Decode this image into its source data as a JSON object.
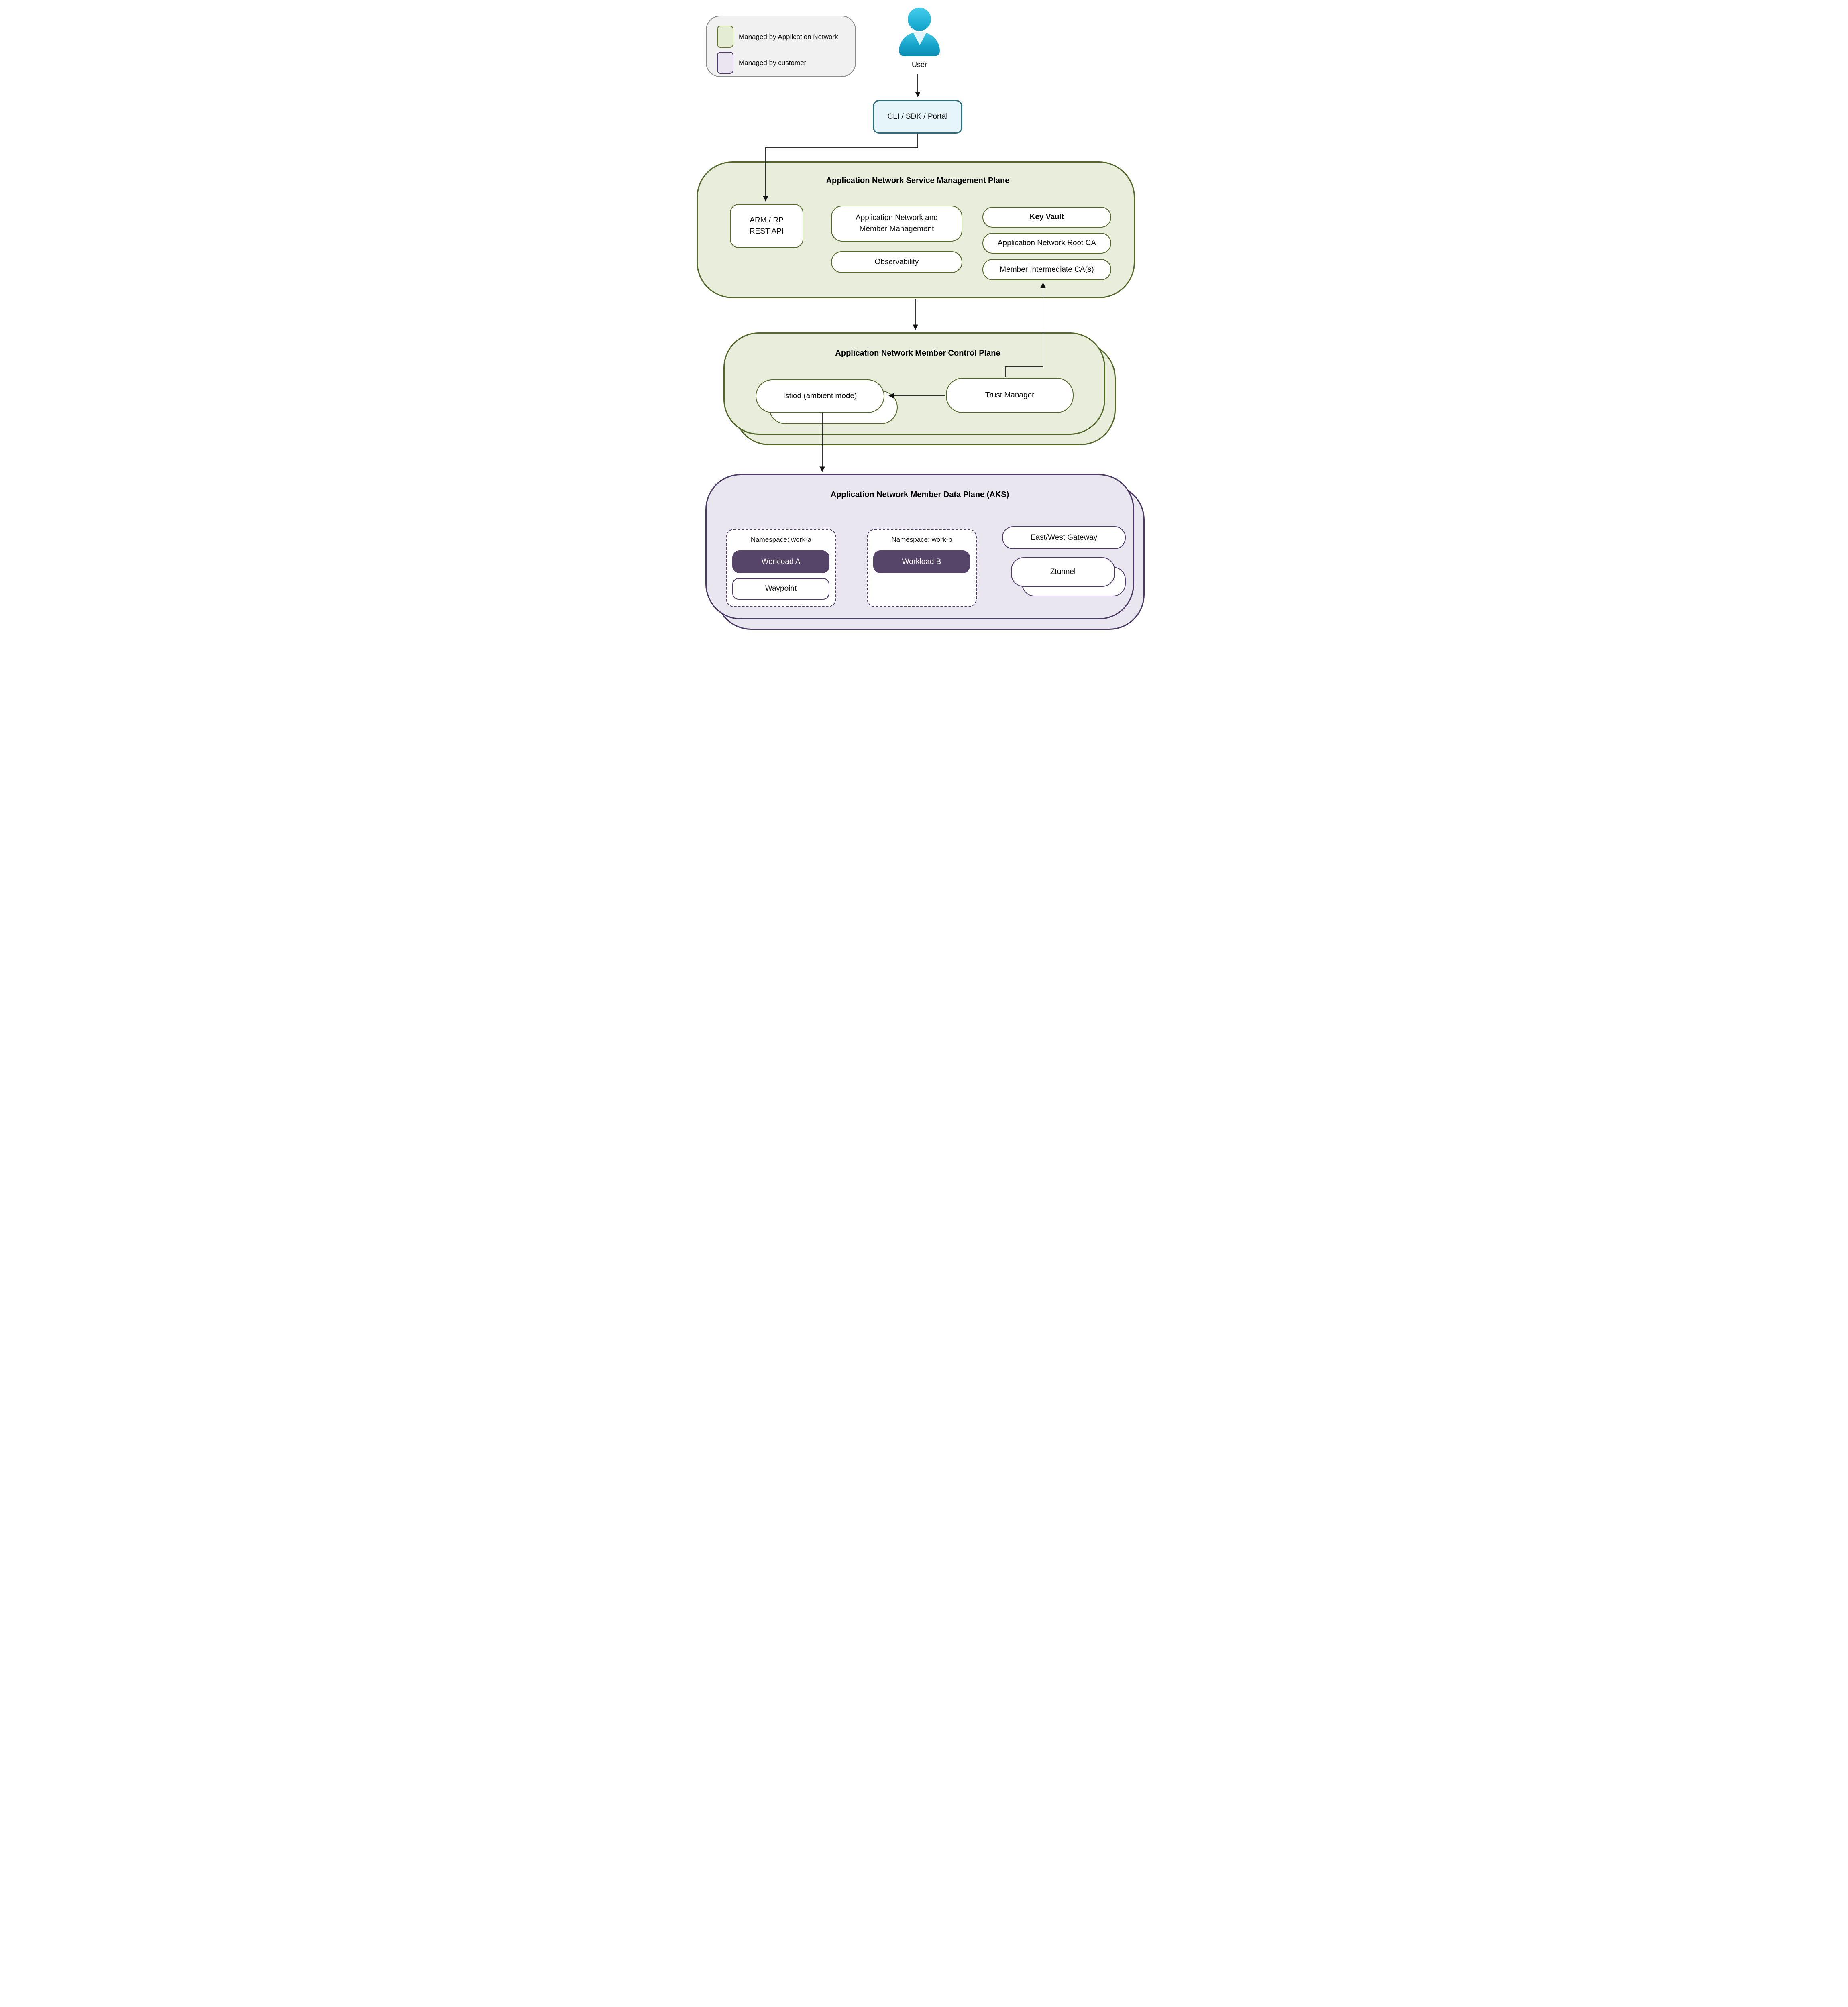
{
  "legend": {
    "items": [
      {
        "id": "managed-by-application-network",
        "label": "Managed by Application Network",
        "swatch_fill": "#e4ecd3",
        "swatch_border": "#647334"
      },
      {
        "id": "managed-by-customer",
        "label": "Managed by customer",
        "swatch_fill": "#eae5f1",
        "swatch_border": "#4e3b66"
      }
    ]
  },
  "actors": {
    "user_label": "User"
  },
  "entry_box": {
    "label": "CLI / SDK / Portal"
  },
  "management_plane": {
    "title": "Application Network Service Management Plane",
    "arm_api": {
      "line1": "ARM / RP",
      "line2": "REST API"
    },
    "member_mgmt": {
      "line1": "Application Network and",
      "line2": "Member Management"
    },
    "observability": {
      "label": "Observability"
    },
    "key_vault": {
      "label": "Key Vault"
    },
    "root_ca": {
      "label": "Application Network Root CA"
    },
    "member_ca": {
      "label": "Member Intermediate CA(s)"
    }
  },
  "control_plane": {
    "title": "Application Network Member Control Plane",
    "istiod": {
      "label": "Istiod (ambient mode)"
    },
    "trust_manager": {
      "label": "Trust Manager"
    }
  },
  "data_plane": {
    "title": "Application Network Member Data Plane (AKS)",
    "namespace_a": {
      "label": "Namespace: work-a",
      "workload": "Workload A",
      "waypoint": "Waypoint"
    },
    "namespace_b": {
      "label": "Namespace: work-b",
      "workload": "Workload B"
    },
    "east_west_gateway": {
      "label": "East/West Gateway"
    },
    "ztunnel": {
      "label": "Ztunnel"
    }
  },
  "colors": {
    "managed_plane_fill": "#e8eedb",
    "managed_plane_border": "#54682c",
    "customer_plane_fill": "#e9e6ef",
    "customer_plane_border": "#4b3a63",
    "workload_fill": "#564569",
    "entry_fill": "#e6f5fa",
    "entry_border": "#2e6d7e",
    "user_icon_color": "#1fb0d6",
    "connector_color": "#111111",
    "legend_fill": "#f1f1f1"
  }
}
